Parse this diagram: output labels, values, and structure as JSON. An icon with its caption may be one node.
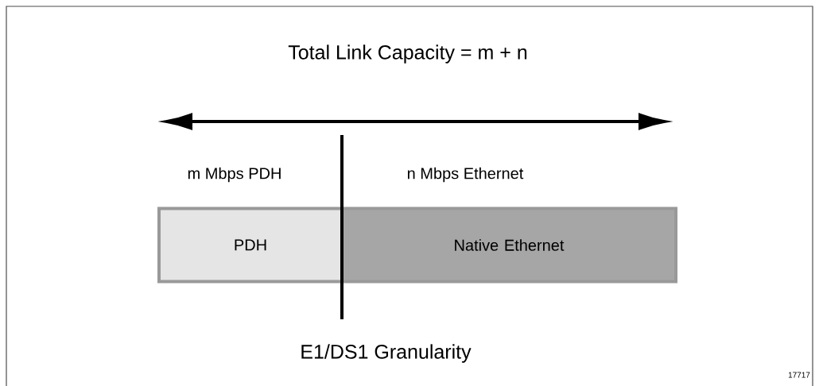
{
  "diagram": {
    "title": "Total Link Capacity = m + n",
    "nodes": [
      {
        "text": [
          "PDH"
        ]
      },
      {
        "text": [
          "Native Ethernet"
        ]
      }
    ],
    "labels": [
      "m Mbps PDH",
      "n Mbps Ethernet",
      "E1/DS1 Granularity",
      "17717"
    ]
  }
}
